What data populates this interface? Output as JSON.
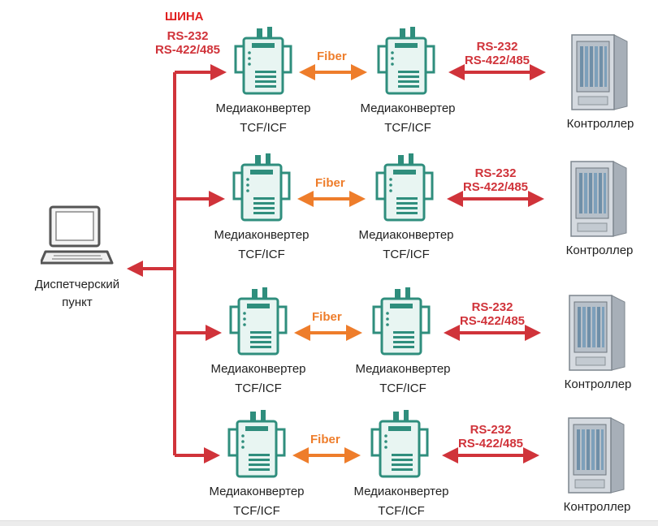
{
  "bus": {
    "title": "ШИНА",
    "protocol_line1": "RS-232",
    "protocol_line2": "RS-422/485"
  },
  "dispatcher": {
    "label_line1": "Диспетчерский",
    "label_line2": "пункт"
  },
  "colors": {
    "bus_line": "#d0333a",
    "fiber_link": "#ee7d2b",
    "device_body": "#3aa794",
    "cabinet_body": "#c9cfd6",
    "label_text": "#222222"
  },
  "rows": [
    {
      "converter_left": {
        "name": "Медиаконвертер",
        "model": "TCF/ICF"
      },
      "fiber_label": "Fiber",
      "converter_right": {
        "name": "Медиаконвертер",
        "model": "TCF/ICF"
      },
      "serial_label_line1": "RS-232",
      "serial_label_line2": "RS-422/485",
      "controller_label": "Контроллер"
    },
    {
      "converter_left": {
        "name": "Медиаконвертер",
        "model": "TCF/ICF"
      },
      "fiber_label": "Fiber",
      "converter_right": {
        "name": "Медиаконвертер",
        "model": "TCF/ICF"
      },
      "serial_label_line1": "RS-232",
      "serial_label_line2": "RS-422/485",
      "controller_label": "Контроллер"
    },
    {
      "converter_left": {
        "name": "Медиаконвертер",
        "model": "TCF/ICF"
      },
      "fiber_label": "Fiber",
      "converter_right": {
        "name": "Медиаконвертер",
        "model": "TCF/ICF"
      },
      "serial_label_line1": "RS-232",
      "serial_label_line2": "RS-422/485",
      "controller_label": "Контроллер"
    },
    {
      "converter_left": {
        "name": "Медиаконвертер",
        "model": "TCF/ICF"
      },
      "fiber_label": "Fiber",
      "converter_right": {
        "name": "Медиаконвертер",
        "model": "TCF/ICF"
      },
      "serial_label_line1": "RS-232",
      "serial_label_line2": "RS-422/485",
      "controller_label": "Контроллер"
    }
  ]
}
